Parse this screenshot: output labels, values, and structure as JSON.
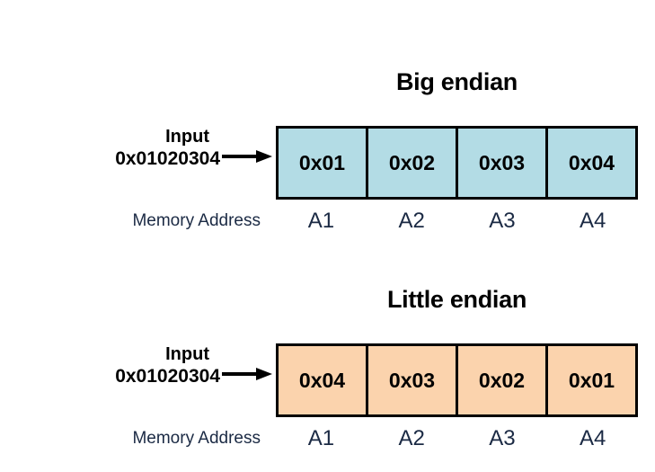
{
  "colors": {
    "big_endian_cell": "#b3dce5",
    "little_endian_cell": "#fbd3ad",
    "border": "#000000",
    "text": "#000000",
    "address_text": "#1b2a44",
    "background": "#ffffff"
  },
  "blocks": [
    {
      "id": "big-endian",
      "title": "Big endian",
      "input_word": "Input",
      "input_value": "0x01020304",
      "address_label": "Memory Address",
      "cells": [
        "0x01",
        "0x02",
        "0x03",
        "0x04"
      ],
      "addresses": [
        "A1",
        "A2",
        "A3",
        "A4"
      ]
    },
    {
      "id": "little-endian",
      "title": "Little endian",
      "input_word": "Input",
      "input_value": "0x01020304",
      "address_label": "Memory Address",
      "cells": [
        "0x04",
        "0x03",
        "0x02",
        "0x01"
      ],
      "addresses": [
        "A1",
        "A2",
        "A3",
        "A4"
      ]
    }
  ]
}
